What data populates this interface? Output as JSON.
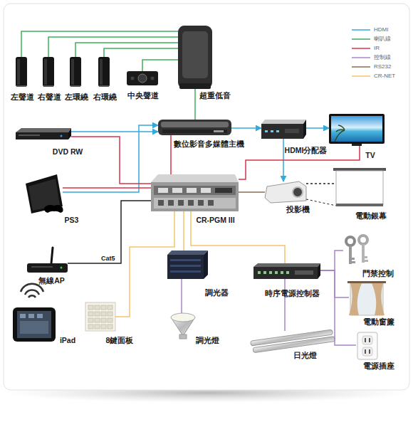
{
  "diagram": {
    "nodes": [
      {
        "text": [
          "左聲道"
        ]
      },
      {
        "text": [
          "右聲道"
        ]
      },
      {
        "text": [
          "左環繞"
        ]
      },
      {
        "text": [
          "右環繞"
        ]
      },
      {
        "text": [
          "中央聲道"
        ]
      },
      {
        "text": [
          "超重低音"
        ]
      },
      {
        "text": [
          "DVD RW"
        ]
      },
      {
        "text": [
          "數位影音多媒體主機"
        ]
      },
      {
        "text": [
          "HDMI分配器"
        ]
      },
      {
        "text": [
          "TV"
        ]
      },
      {
        "text": [
          "PS3"
        ]
      },
      {
        "text": [
          "CR-PGM III"
        ]
      },
      {
        "text": [
          "投影機"
        ]
      },
      {
        "text": [
          "電動銀幕"
        ]
      },
      {
        "text": [
          "無線AP"
        ]
      },
      {
        "text": [
          "iPad"
        ]
      },
      {
        "text": [
          "8鍵面板"
        ]
      },
      {
        "text": [
          "調光器"
        ]
      },
      {
        "text": [
          "調光燈"
        ]
      },
      {
        "text": [
          "時序電源控制器"
        ]
      },
      {
        "text": [
          "門禁控制"
        ]
      },
      {
        "text": [
          "電動窗簾"
        ]
      },
      {
        "text": [
          "日光燈"
        ]
      },
      {
        "text": [
          "電源插座"
        ]
      }
    ],
    "edges": [
      {
        "from": 5,
        "to": 0,
        "arrow": "none"
      },
      {
        "from": 5,
        "to": 1,
        "arrow": "none"
      },
      {
        "from": 5,
        "to": 2,
        "arrow": "none"
      },
      {
        "from": 5,
        "to": 3,
        "arrow": "none"
      },
      {
        "from": 5,
        "to": 4,
        "arrow": "none"
      },
      {
        "from": 5,
        "to": 7,
        "arrow": "none"
      },
      {
        "from": 6,
        "to": 7,
        "arrow": "to"
      },
      {
        "from": 10,
        "to": 7,
        "arrow": "to"
      },
      {
        "from": 7,
        "to": 8,
        "arrow": "to"
      },
      {
        "from": 8,
        "to": 9,
        "arrow": "to"
      },
      {
        "from": 8,
        "to": 12,
        "arrow": "to"
      },
      {
        "from": 11,
        "to": 6,
        "arrow": "none"
      },
      {
        "from": 11,
        "to": 10,
        "arrow": "none"
      },
      {
        "from": 11,
        "to": 7,
        "arrow": "none"
      },
      {
        "from": 11,
        "to": 9,
        "arrow": "none"
      },
      {
        "from": 11,
        "to": 12,
        "arrow": "none"
      },
      {
        "from": 12,
        "to": 13,
        "arrow": "none"
      },
      {
        "from": 11,
        "to": 14,
        "label": "Cat5",
        "arrow": "none"
      },
      {
        "from": 11,
        "to": 16,
        "arrow": "none"
      },
      {
        "from": 11,
        "to": 17,
        "arrow": "none"
      },
      {
        "from": 11,
        "to": 19,
        "arrow": "none"
      },
      {
        "from": 17,
        "to": 18,
        "arrow": "none"
      },
      {
        "from": 19,
        "to": 20,
        "arrow": "none"
      },
      {
        "from": 19,
        "to": 21,
        "arrow": "none"
      },
      {
        "from": 19,
        "to": 23,
        "arrow": "none"
      },
      {
        "from": 19,
        "to": 22,
        "arrow": "none"
      }
    ],
    "legend": [
      {
        "text": "HDMI"
      },
      {
        "text": "喇叭線"
      },
      {
        "text": "IR"
      },
      {
        "text": "控制線"
      },
      {
        "text": "RS232"
      },
      {
        "text": "CR-NET"
      }
    ]
  }
}
